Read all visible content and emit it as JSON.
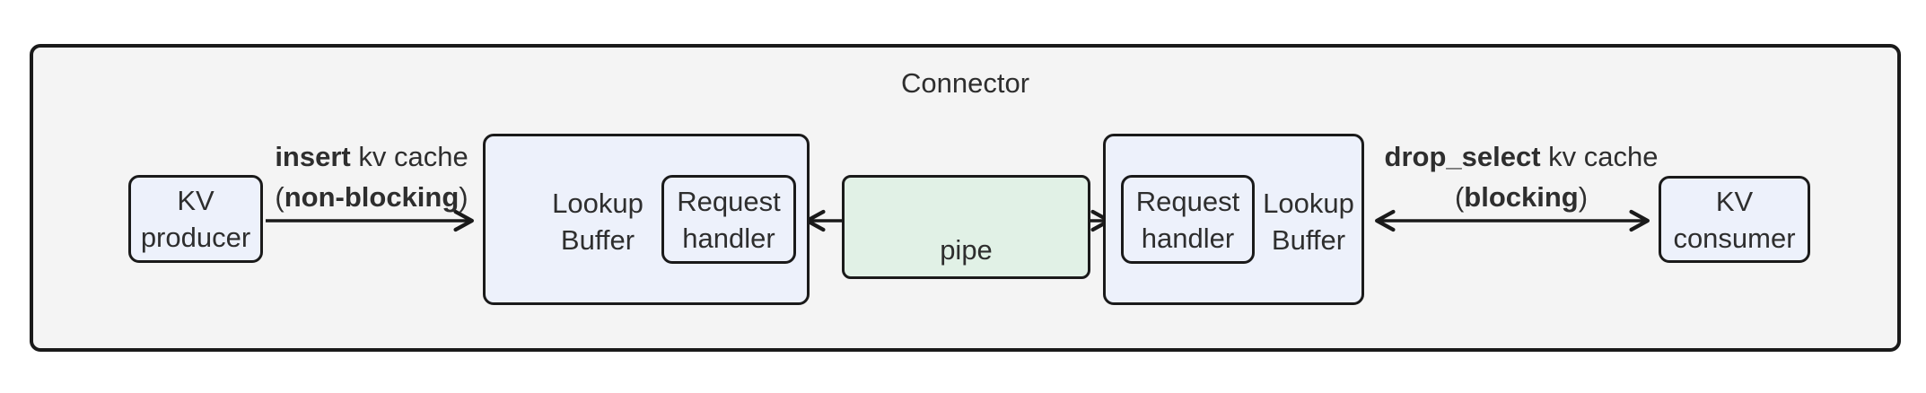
{
  "diagram": {
    "title": "Connector",
    "nodes": {
      "kv_producer": {
        "line1": "KV",
        "line2": "producer"
      },
      "lookup_buffer_left": {
        "line1": "Lookup",
        "line2": "Buffer"
      },
      "request_handler_left": {
        "line1": "Request",
        "line2": "handler"
      },
      "pipe": {
        "label": "pipe"
      },
      "request_handler_right": {
        "line1": "Request",
        "line2": "handler"
      },
      "lookup_buffer_right": {
        "line1": "Lookup",
        "line2": "Buffer"
      },
      "kv_consumer": {
        "line1": "KV",
        "line2": "consumer"
      }
    },
    "edges": {
      "insert": {
        "verb": "insert",
        "object": " kv cache",
        "open": "(",
        "mode": "non-blocking",
        "close": ")"
      },
      "drop_select": {
        "verb": "drop_select",
        "object": " kv cache",
        "open": "(",
        "mode": "blocking",
        "close": ")"
      }
    },
    "colors": {
      "node_fill": "#edf1fb",
      "pipe_fill": "#e1f1e6",
      "container_fill": "#f4f4f4",
      "border": "#1a1a1a",
      "text": "#2e2e2e"
    }
  }
}
